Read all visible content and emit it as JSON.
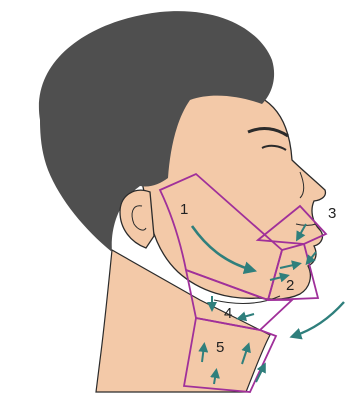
{
  "colors": {
    "hair": "#4f4f4f",
    "skin": "#f3c9a8",
    "outline": "#2b2b2b",
    "zone_border": "#a0309a",
    "arrow": "#2f7f7c"
  },
  "zones": [
    {
      "id": "1",
      "label": "1"
    },
    {
      "id": "2",
      "label": "2"
    },
    {
      "id": "3",
      "label": "3"
    },
    {
      "id": "4",
      "label": "4"
    },
    {
      "id": "5",
      "label": "5"
    }
  ]
}
